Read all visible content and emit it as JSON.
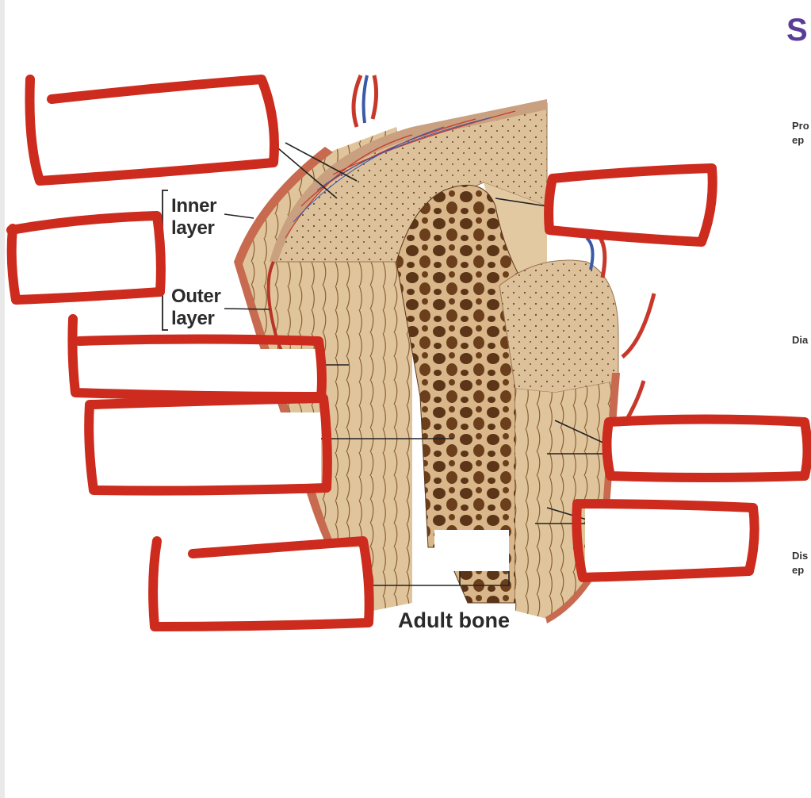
{
  "side_panel": {
    "title_letter": "S",
    "labels": [
      "Pro",
      "ep",
      "Dia",
      "Dis",
      "ep"
    ]
  },
  "diagram": {
    "layer_labels": {
      "inner": [
        "Inner",
        "layer"
      ],
      "outer": [
        "Outer",
        "layer"
      ]
    },
    "caption": "Adult bone"
  },
  "colors": {
    "markup_red": "#cc2b1d",
    "bone_tan": "#d8b98c",
    "spongy_brown": "#7a4a2a",
    "vessel_red": "#c8382a",
    "vessel_blue": "#3a5aa8",
    "title_purple": "#5b3d98"
  }
}
